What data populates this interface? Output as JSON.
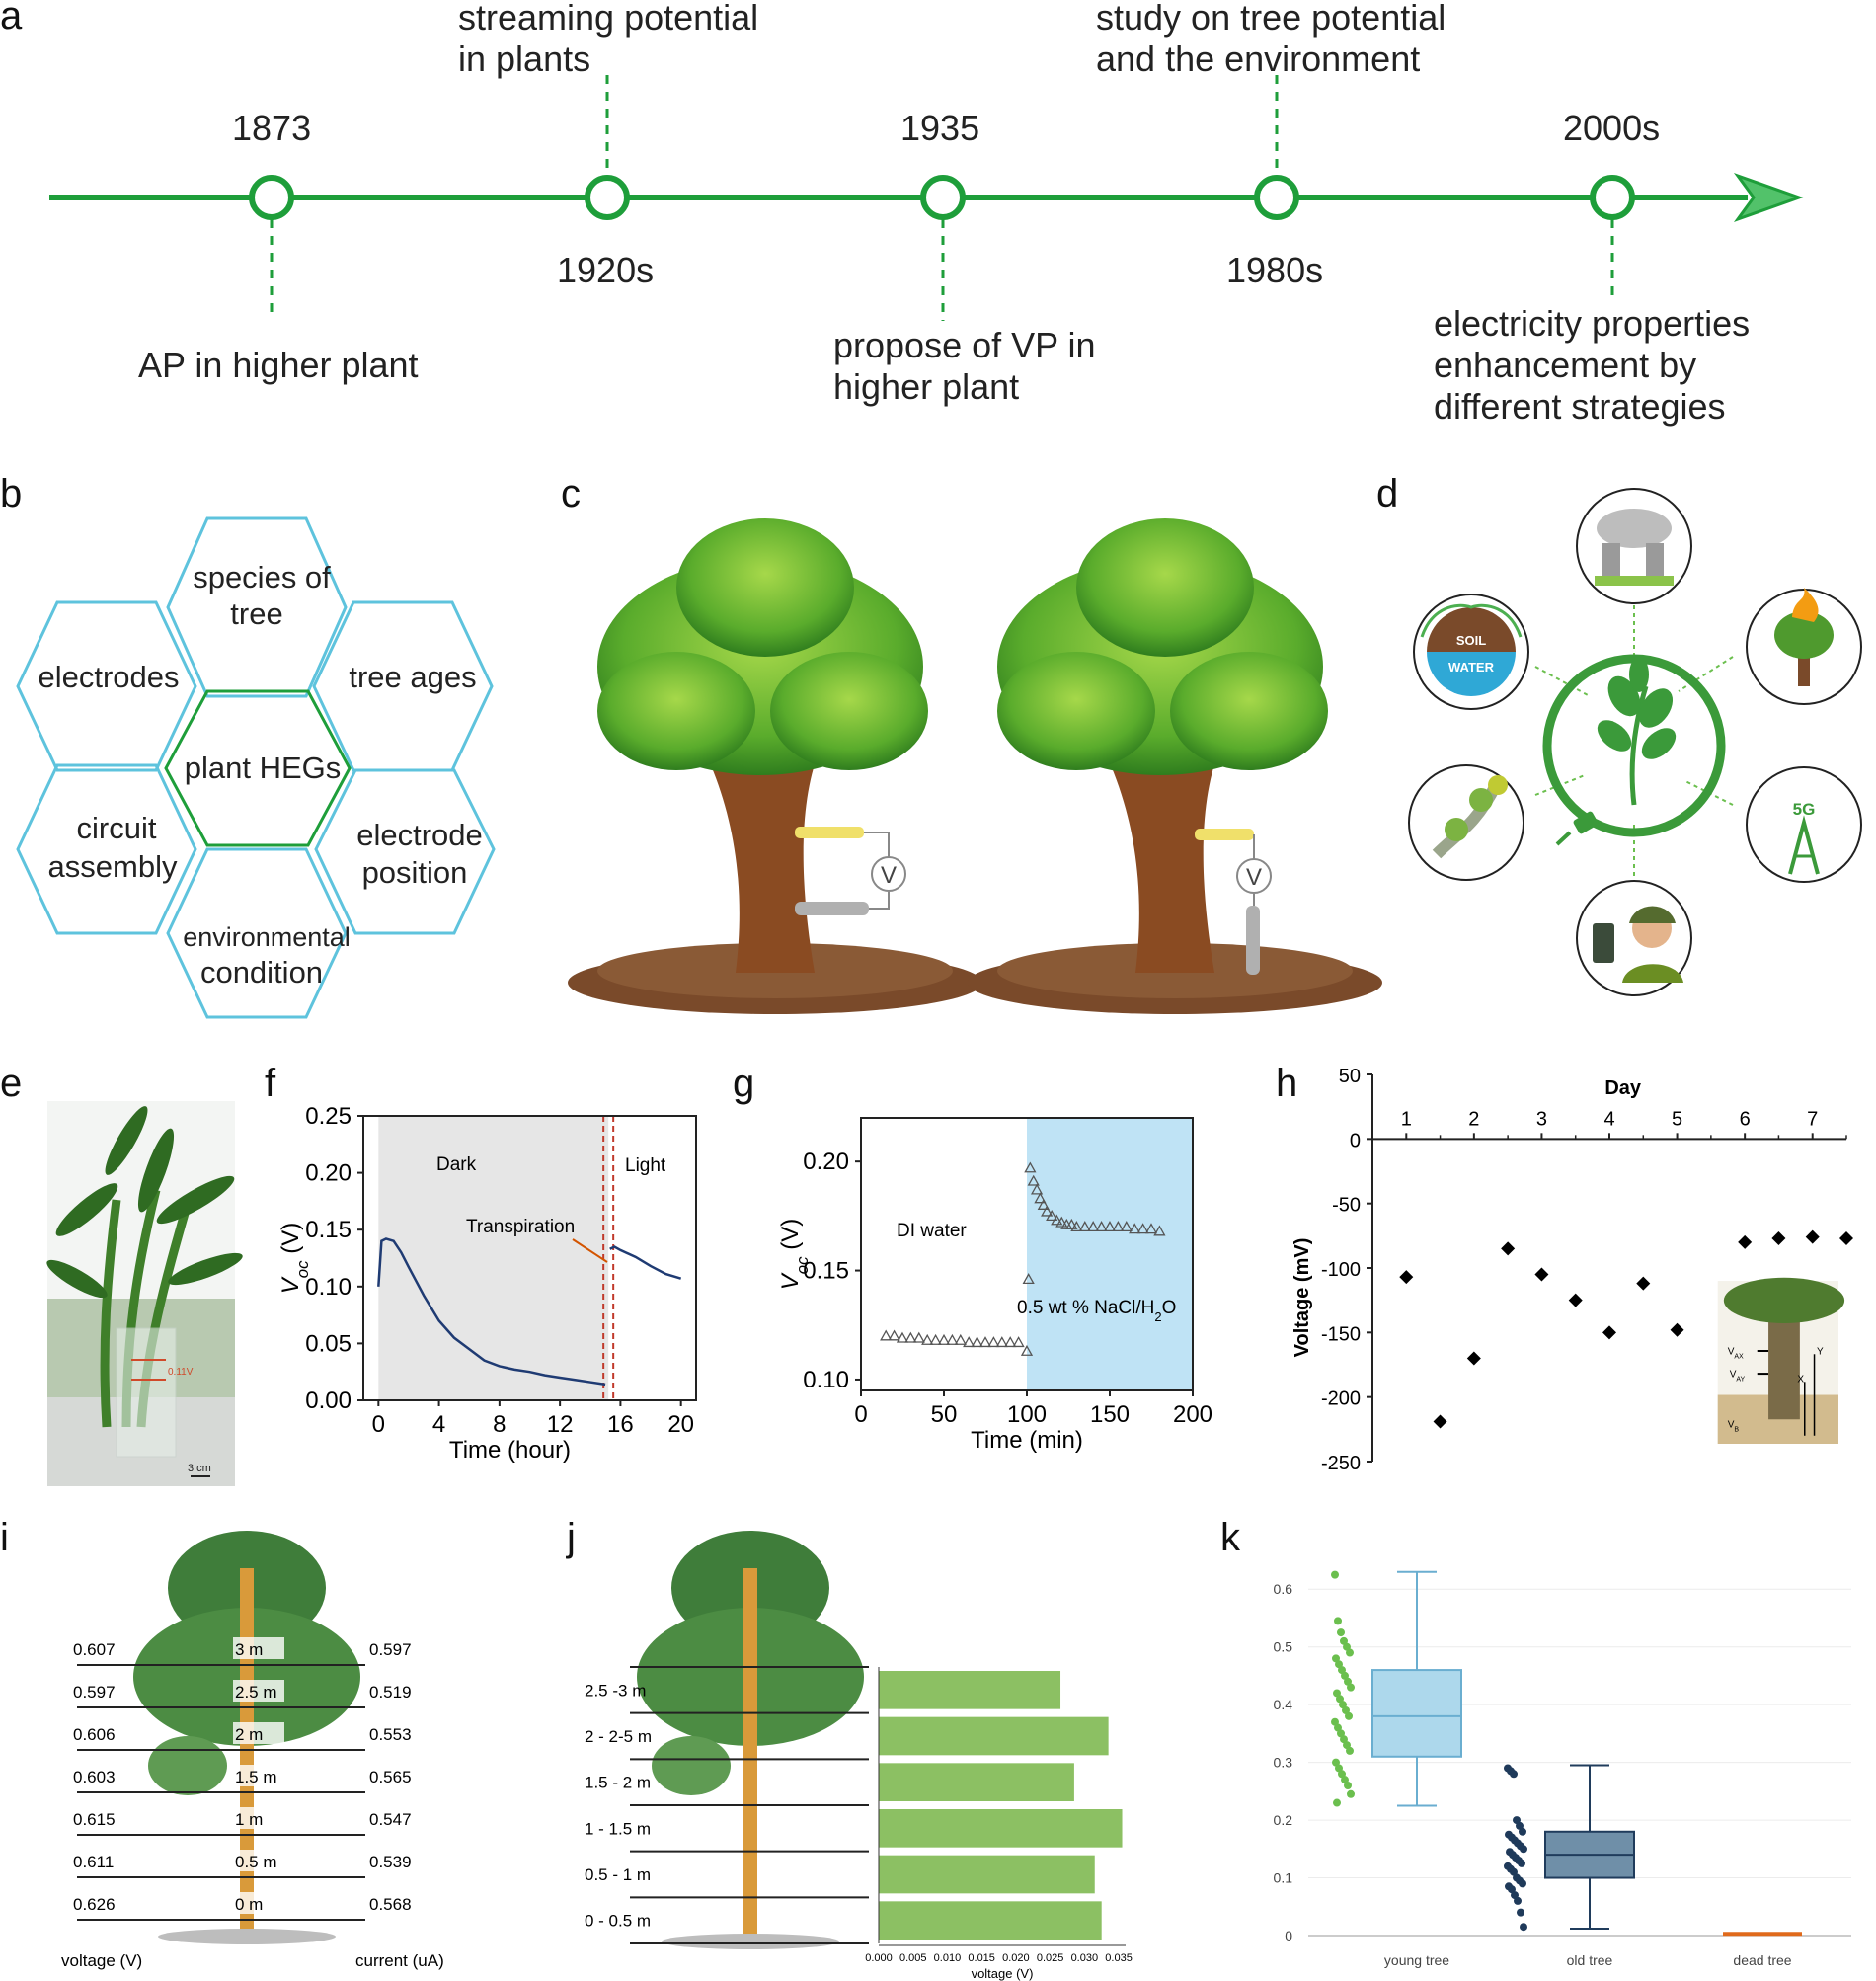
{
  "panels": {
    "a": "a",
    "b": "b",
    "c": "c",
    "d": "d",
    "e": "e",
    "f": "f",
    "g": "g",
    "h": "h",
    "i": "i",
    "j": "j",
    "k": "k"
  },
  "timeline": {
    "events": [
      {
        "year": "1873",
        "text": [
          "AP in higher plant"
        ]
      },
      {
        "year": "1920s",
        "text": [
          "streaming potential",
          "in plants"
        ]
      },
      {
        "year": "1935",
        "text": [
          "propose of VP in",
          "higher plant"
        ]
      },
      {
        "year": "1980s",
        "text": [
          "study on tree potential",
          "and the environment"
        ]
      },
      {
        "year": "2000s",
        "text": [
          "electricity properties",
          "enhancement by",
          "different strategies"
        ]
      }
    ],
    "color": "#1e9e3a"
  },
  "hexagons": {
    "center": "plant HEGs",
    "top": [
      "species of",
      "tree"
    ],
    "upper_left": "electrodes",
    "upper_right": "tree ages",
    "lower_left": [
      "circuit",
      "assembly"
    ],
    "lower_right": [
      "electrode",
      "position"
    ],
    "bottom": [
      "environmental",
      "condition"
    ]
  },
  "panel_c": {
    "meter": "V"
  },
  "panel_d": {
    "soil": "SOIL",
    "water": "WATER",
    "fiveg": "5G"
  },
  "panel_e": {
    "voltage_label": "0.11V",
    "scale": "3 cm"
  },
  "chart_data": [
    {
      "panel": "f",
      "type": "line",
      "xlabel": "Time (hour)",
      "ylabel": "V",
      "ylabel_sub": "oc",
      "ylabel_unit": " (V)",
      "xticks": [
        0,
        4,
        8,
        12,
        16,
        20
      ],
      "yticks": [
        "0.00",
        "0.05",
        "0.10",
        "0.15",
        "0.20",
        "0.25"
      ],
      "xlim": [
        -1,
        21
      ],
      "ylim": [
        0,
        0.25
      ],
      "annotations": {
        "dark": "Dark",
        "light": "Light",
        "transpiration": "Transpiration"
      },
      "light_switch": 15.2,
      "series": [
        {
          "x": [
            0,
            0.2,
            0.5,
            1,
            1.5,
            2,
            3,
            4,
            5,
            6,
            7,
            8,
            9,
            10,
            11,
            12,
            13,
            14,
            15,
            15.3,
            15.6,
            16,
            17,
            18,
            19,
            20
          ],
          "y": [
            0.1,
            0.14,
            0.142,
            0.14,
            0.13,
            0.117,
            0.092,
            0.07,
            0.055,
            0.045,
            0.035,
            0.03,
            0.027,
            0.025,
            0.022,
            0.02,
            0.018,
            0.016,
            0.014,
            0.133,
            0.135,
            0.132,
            0.126,
            0.118,
            0.111,
            0.107
          ]
        }
      ]
    },
    {
      "panel": "g",
      "type": "scatter",
      "xlabel": "Time (min)",
      "ylabel": "V",
      "ylabel_sub": "oc",
      "ylabel_unit": " (V)",
      "xticks": [
        0,
        50,
        100,
        150,
        200
      ],
      "yticks": [
        "0.10",
        "0.15",
        "0.20"
      ],
      "xlim": [
        0,
        200
      ],
      "ylim": [
        0.095,
        0.22
      ],
      "annotations": {
        "di": "DI water",
        "nacl": "0.5 wt % NaCl/H",
        "nacl_sub": "2",
        "nacl_end": "O"
      },
      "switch": 100,
      "series": [
        {
          "x": [
            15,
            20,
            25,
            30,
            35,
            40,
            45,
            50,
            55,
            60,
            65,
            70,
            75,
            80,
            85,
            90,
            95,
            100,
            101,
            102,
            104,
            106,
            108,
            110,
            112,
            115,
            118,
            121,
            124,
            127,
            130,
            135,
            140,
            145,
            150,
            155,
            160,
            165,
            170,
            175,
            180
          ],
          "y": [
            0.12,
            0.12,
            0.119,
            0.119,
            0.119,
            0.118,
            0.118,
            0.118,
            0.118,
            0.118,
            0.117,
            0.117,
            0.117,
            0.117,
            0.117,
            0.117,
            0.117,
            0.113,
            0.146,
            0.197,
            0.191,
            0.187,
            0.183,
            0.18,
            0.177,
            0.175,
            0.173,
            0.172,
            0.171,
            0.171,
            0.17,
            0.17,
            0.17,
            0.17,
            0.17,
            0.17,
            0.17,
            0.169,
            0.169,
            0.169,
            0.168
          ]
        }
      ]
    },
    {
      "panel": "h",
      "type": "scatter",
      "xlabel": "Day",
      "ylabel": "Voltage (mV)",
      "xticks": [
        "1",
        "2",
        "3",
        "4",
        "5",
        "6",
        "7"
      ],
      "yticks": [
        "50",
        "0",
        "-50",
        "-100",
        "-150",
        "-200",
        "-250"
      ],
      "xlim": [
        0.5,
        7.5
      ],
      "ylim": [
        -250,
        50
      ],
      "inset": {
        "vax": "V",
        "vax_sub": "AX",
        "vay": "V",
        "vay_sub": "AY",
        "vb": "V",
        "vb_sub": "B",
        "x": "X",
        "y": "Y"
      },
      "series": [
        {
          "x": [
            1,
            1.5,
            2,
            2.5,
            3,
            3.5,
            4,
            4.5,
            5,
            6,
            6.5,
            7,
            7.5
          ],
          "y": [
            -107,
            -219,
            -170,
            -85,
            -105,
            -125,
            -150,
            -112,
            -148,
            -80,
            -77,
            -76,
            -77
          ]
        }
      ]
    },
    {
      "panel": "i",
      "type": "table",
      "heights": [
        "3 m",
        "2.5 m",
        "2 m",
        "1.5 m",
        "1 m",
        "0.5 m",
        "0 m"
      ],
      "voltage": [
        "0.607",
        "0.597",
        "0.606",
        "0.603",
        "0.615",
        "0.611",
        "0.626"
      ],
      "current": [
        "0.597",
        "0.519",
        "0.553",
        "0.565",
        "0.547",
        "0.539",
        "0.568"
      ],
      "voltage_label": "voltage (V)",
      "current_label": "current  (uA)"
    },
    {
      "panel": "j",
      "type": "bar",
      "categories": [
        "2.5 -3 m",
        "2 - 2-5 m",
        "1.5 - 2 m",
        "1 - 1.5 m",
        "0.5 - 1 m",
        "0 - 0.5 m"
      ],
      "values": [
        0.0265,
        0.0335,
        0.0285,
        0.0355,
        0.0315,
        0.0325
      ],
      "xlabel": "voltage (V)",
      "xticks": [
        "0.000",
        "0.005",
        "0.010",
        "0.015",
        "0.020",
        "0.025",
        "0.030",
        "0.035"
      ],
      "xlim": [
        0,
        0.036
      ],
      "color": "#8cc063"
    },
    {
      "panel": "k",
      "type": "box",
      "categories": [
        "young tree",
        "old tree",
        "dead tree"
      ],
      "yticks": [
        "0",
        "0.1",
        "0.2",
        "0.3",
        "0.4",
        "0.5",
        "0.6"
      ],
      "ylim": [
        0,
        0.65
      ],
      "boxes": [
        {
          "name": "young tree",
          "min": 0.225,
          "q1": 0.31,
          "median": 0.38,
          "q3": 0.46,
          "max": 0.63,
          "color": "#add8ec",
          "edge": "#6aaed0"
        },
        {
          "name": "old tree",
          "min": 0.012,
          "q1": 0.1,
          "median": 0.14,
          "q3": 0.18,
          "max": 0.295,
          "color": "#6f8fa8",
          "edge": "#203c5c"
        },
        {
          "name": "dead tree",
          "min": 0.003,
          "q1": 0.003,
          "median": 0.003,
          "q3": 0.003,
          "max": 0.003,
          "color": "#e06a1c",
          "edge": "#e06a1c"
        }
      ],
      "points": [
        {
          "color": "#6bbf4e",
          "values": [
            0.625,
            0.545,
            0.525,
            0.51,
            0.5,
            0.49,
            0.48,
            0.47,
            0.46,
            0.45,
            0.44,
            0.43,
            0.42,
            0.41,
            0.4,
            0.39,
            0.38,
            0.37,
            0.36,
            0.35,
            0.34,
            0.33,
            0.32,
            0.3,
            0.29,
            0.28,
            0.27,
            0.26,
            0.245,
            0.23
          ]
        },
        {
          "color": "#1f3a5a",
          "values": [
            0.29,
            0.285,
            0.28,
            0.2,
            0.19,
            0.18,
            0.175,
            0.17,
            0.165,
            0.16,
            0.155,
            0.15,
            0.145,
            0.14,
            0.135,
            0.13,
            0.125,
            0.12,
            0.115,
            0.11,
            0.1,
            0.095,
            0.09,
            0.085,
            0.08,
            0.07,
            0.06,
            0.04,
            0.015
          ]
        }
      ]
    }
  ]
}
